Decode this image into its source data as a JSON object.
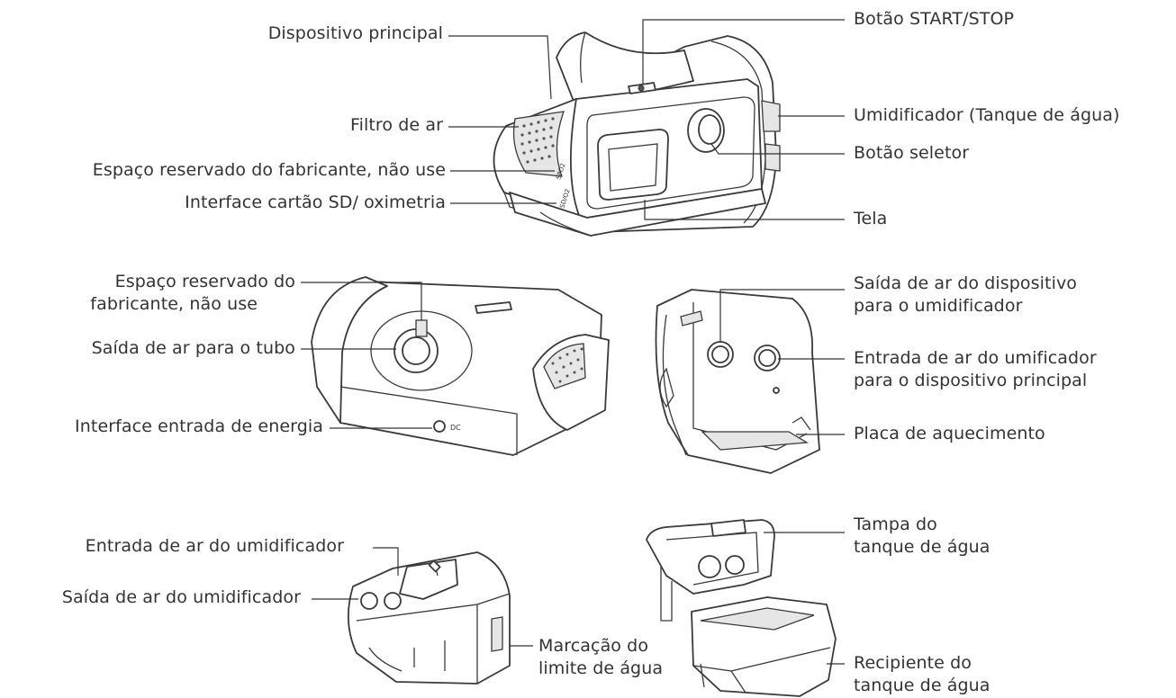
{
  "labels": {
    "dispositivo_principal": "Dispositivo principal",
    "filtro_de_ar": "Filtro de ar",
    "espaco_reservado_1": "Espaço reservado do fabricante, não use",
    "interface_cartao_sd": "Interface cartão SD/ oximetria",
    "botao_start_stop": "Botão START/STOP",
    "umidificador": "Umidificador (Tanque de água)",
    "botao_seletor": "Botão seletor",
    "tela": "Tela",
    "espaco_reservado_2_line1": "Espaço reservado do",
    "espaco_reservado_2_line2": "fabricante, não use",
    "saida_ar_tubo": "Saída de ar para o tubo",
    "interface_energia": "Interface entrada de energia",
    "saida_ar_dispositivo_line1": "Saída de ar do dispositivo",
    "saida_ar_dispositivo_line2": "para o umidificador",
    "entrada_ar_umificador_line1": "Entrada de ar do umificador",
    "entrada_ar_umificador_line2": "para o dispositivo principal",
    "placa_aquecimento": "Placa de aquecimento",
    "entrada_ar_umidificador": "Entrada de ar do umidificador",
    "saida_ar_umidificador": "Saída de ar do umidificador",
    "marcacao_limite_line1": "Marcação do",
    "marcacao_limite_line2": "limite de água",
    "tampa_line1": "Tampa do",
    "tampa_line2": "tanque de água",
    "recipiente_line1": "Recipiente do",
    "recipiente_line2": "tanque de água"
  },
  "device_markings": {
    "power_port": "DC",
    "spo2_port": "SPO2",
    "sd_port": "SD/O2"
  },
  "colors": {
    "text": "#333333",
    "line": "#333333",
    "outline": "#3a3a3a",
    "background": "#ffffff"
  }
}
